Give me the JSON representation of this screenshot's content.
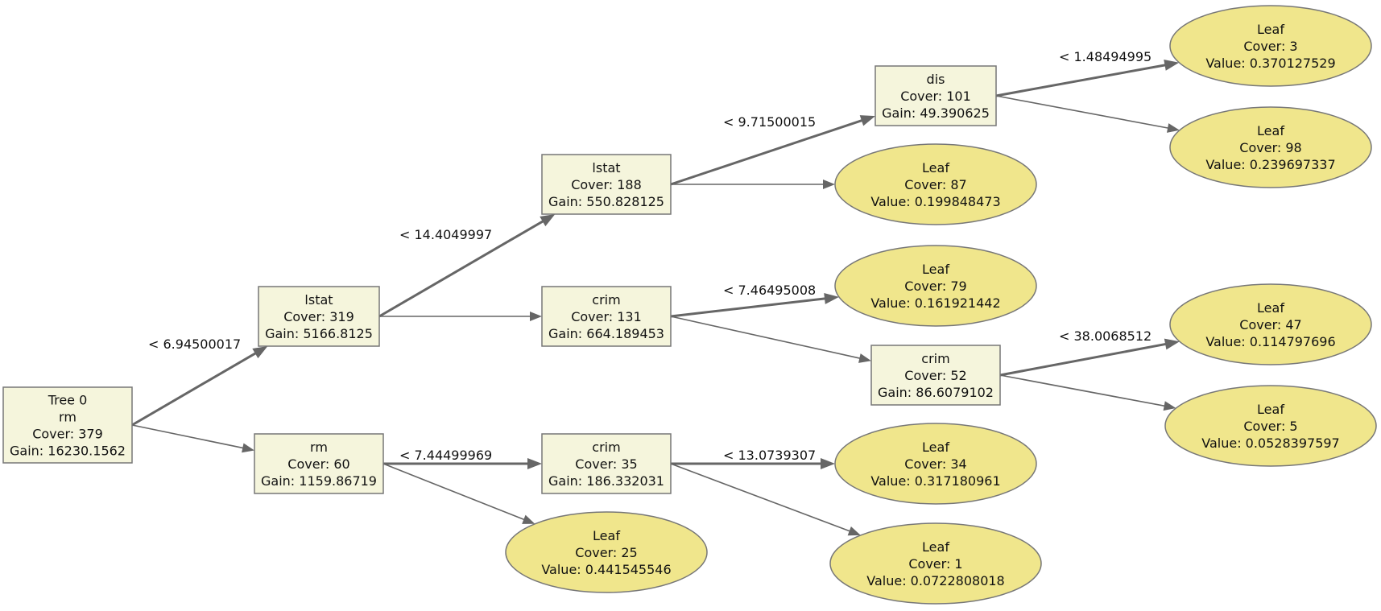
{
  "colors": {
    "split_fill": "#f5f5dc",
    "leaf_fill": "#f0e68c",
    "border": "#777777",
    "edge": "#666666",
    "text": "#111111"
  },
  "nodes": [
    {
      "id": "n0",
      "kind": "split",
      "lines": [
        "Tree 0",
        "rm",
        "Cover: 379",
        "Gain: 16230.1562"
      ]
    },
    {
      "id": "n1",
      "kind": "split",
      "lines": [
        "lstat",
        "Cover: 319",
        "Gain: 5166.8125"
      ]
    },
    {
      "id": "n2",
      "kind": "split",
      "lines": [
        "rm",
        "Cover: 60",
        "Gain: 1159.86719"
      ]
    },
    {
      "id": "n3",
      "kind": "split",
      "lines": [
        "lstat",
        "Cover: 188",
        "Gain: 550.828125"
      ]
    },
    {
      "id": "n4",
      "kind": "split",
      "lines": [
        "crim",
        "Cover: 131",
        "Gain: 664.189453"
      ]
    },
    {
      "id": "n5",
      "kind": "split",
      "lines": [
        "crim",
        "Cover: 35",
        "Gain: 186.332031"
      ]
    },
    {
      "id": "n6",
      "kind": "leaf",
      "lines": [
        "Leaf",
        "Cover: 25",
        "Value: 0.441545546"
      ]
    },
    {
      "id": "n7",
      "kind": "split",
      "lines": [
        "dis",
        "Cover: 101",
        "Gain: 49.390625"
      ]
    },
    {
      "id": "n8",
      "kind": "leaf",
      "lines": [
        "Leaf",
        "Cover: 87",
        "Value: 0.199848473"
      ]
    },
    {
      "id": "n9",
      "kind": "leaf",
      "lines": [
        "Leaf",
        "Cover: 79",
        "Value: 0.161921442"
      ]
    },
    {
      "id": "n10",
      "kind": "split",
      "lines": [
        "crim",
        "Cover: 52",
        "Gain: 86.6079102"
      ]
    },
    {
      "id": "n11",
      "kind": "leaf",
      "lines": [
        "Leaf",
        "Cover: 34",
        "Value: 0.317180961"
      ]
    },
    {
      "id": "n12",
      "kind": "leaf",
      "lines": [
        "Leaf",
        "Cover: 1",
        "Value: 0.0722808018"
      ]
    },
    {
      "id": "n13",
      "kind": "leaf",
      "lines": [
        "Leaf",
        "Cover: 3",
        "Value: 0.370127529"
      ]
    },
    {
      "id": "n14",
      "kind": "leaf",
      "lines": [
        "Leaf",
        "Cover: 98",
        "Value: 0.239697337"
      ]
    },
    {
      "id": "n15",
      "kind": "leaf",
      "lines": [
        "Leaf",
        "Cover: 47",
        "Value: 0.114797696"
      ]
    },
    {
      "id": "n16",
      "kind": "leaf",
      "lines": [
        "Leaf",
        "Cover: 5",
        "Value: 0.0528397597"
      ]
    }
  ],
  "edges": [
    {
      "from": "n0",
      "to": "n1",
      "label": "< 6.94500017",
      "yes": true
    },
    {
      "from": "n0",
      "to": "n2",
      "label": "",
      "yes": false
    },
    {
      "from": "n1",
      "to": "n3",
      "label": "< 14.4049997",
      "yes": true
    },
    {
      "from": "n1",
      "to": "n4",
      "label": "",
      "yes": false
    },
    {
      "from": "n2",
      "to": "n5",
      "label": "< 7.44499969",
      "yes": true
    },
    {
      "from": "n2",
      "to": "n6",
      "label": "",
      "yes": false
    },
    {
      "from": "n3",
      "to": "n7",
      "label": "< 9.71500015",
      "yes": true
    },
    {
      "from": "n3",
      "to": "n8",
      "label": "",
      "yes": false
    },
    {
      "from": "n4",
      "to": "n9",
      "label": "< 7.46495008",
      "yes": true
    },
    {
      "from": "n4",
      "to": "n10",
      "label": "",
      "yes": false
    },
    {
      "from": "n5",
      "to": "n11",
      "label": "< 13.0739307",
      "yes": true
    },
    {
      "from": "n5",
      "to": "n12",
      "label": "",
      "yes": false
    },
    {
      "from": "n7",
      "to": "n13",
      "label": "< 1.48494995",
      "yes": true
    },
    {
      "from": "n7",
      "to": "n14",
      "label": "",
      "yes": false
    },
    {
      "from": "n10",
      "to": "n15",
      "label": "< 38.0068512",
      "yes": true
    },
    {
      "from": "n10",
      "to": "n16",
      "label": "",
      "yes": false
    }
  ]
}
